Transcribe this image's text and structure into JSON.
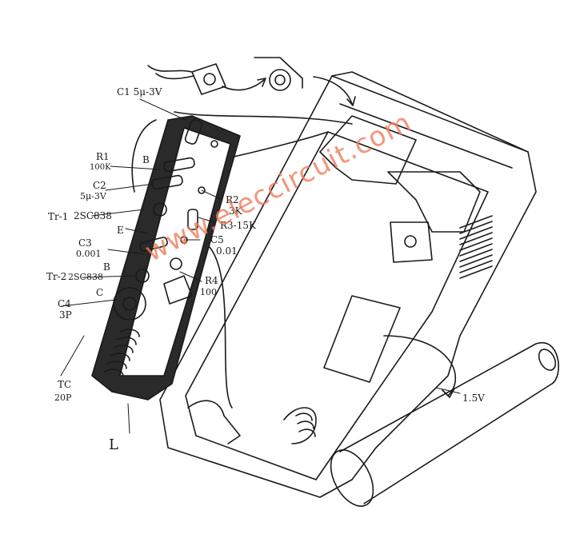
{
  "labels": {
    "c1": "C1 5μ-3V",
    "r1": "R1",
    "r1_val": "100K",
    "b1": "B",
    "c2": "C2",
    "c2_val": "5μ-3V",
    "tr1": "Tr-1",
    "tr1_part": "2SC838",
    "e": "E",
    "r2": "R2",
    "r2_val": "3K",
    "r3": "R3-15K",
    "c3": "C3",
    "c3_val": "0.001",
    "c5": "C5",
    "c5_val": "0.01",
    "tr2": "Tr-2",
    "tr2_part": "2SC838",
    "b2": "B",
    "r4": "R4",
    "r4_val": "100",
    "c": "C",
    "c4": "C4",
    "c4_val": "3P",
    "tc": "TC",
    "tc_val": "20P",
    "l": "L",
    "battery": "1.5V"
  },
  "watermark": "www.eleccircuit.com",
  "colors": {
    "line": "#1a1a1a",
    "watermark": "#f07c5c",
    "board": "#2a2a2a"
  }
}
